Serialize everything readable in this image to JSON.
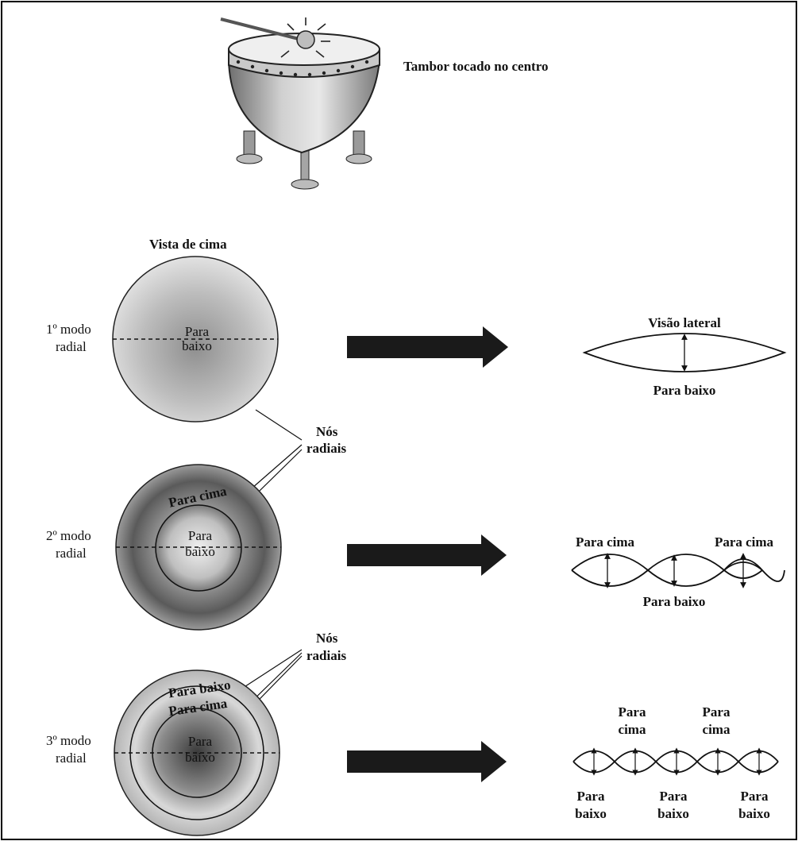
{
  "drum": {
    "caption": "Tambor tocado no centro"
  },
  "top_view_label": "Vista de cima",
  "modes": [
    {
      "name_line1": "1º modo",
      "name_line2": "radial",
      "disk_labels": [
        "Para",
        "baixo"
      ],
      "side_label_top": "Visão lateral",
      "side_label_bottom": "Para baixo"
    },
    {
      "name_line1": "2º modo",
      "name_line2": "radial",
      "ring_label": "Para cima",
      "disk_labels": [
        "Para",
        "baixo"
      ],
      "side_label_left": "Para cima",
      "side_label_right": "Para cima",
      "side_label_bottom": "Para baixo"
    },
    {
      "name_line1": "3º modo",
      "name_line2": "radial",
      "outer_ring_label": "Para baixo",
      "inner_ring_label": "Para cima",
      "disk_labels": [
        "Para",
        "baixo"
      ],
      "side_top_labels": [
        [
          "Para",
          "cima"
        ],
        [
          "Para",
          "cima"
        ]
      ],
      "side_bottom_labels": [
        [
          "Para",
          "baixo"
        ],
        [
          "Para",
          "baixo"
        ],
        [
          "Para",
          "baixo"
        ]
      ]
    }
  ],
  "nodes_label_1": [
    "Nós",
    "radiais"
  ],
  "nodes_label_2": [
    "Nós",
    "radiais"
  ],
  "colors": {
    "ink": "#111111",
    "disk_light": "#d9d9d9",
    "disk_dark": "#4a4a4a",
    "arrow": "#1a1a1a",
    "frame": "#000000"
  }
}
